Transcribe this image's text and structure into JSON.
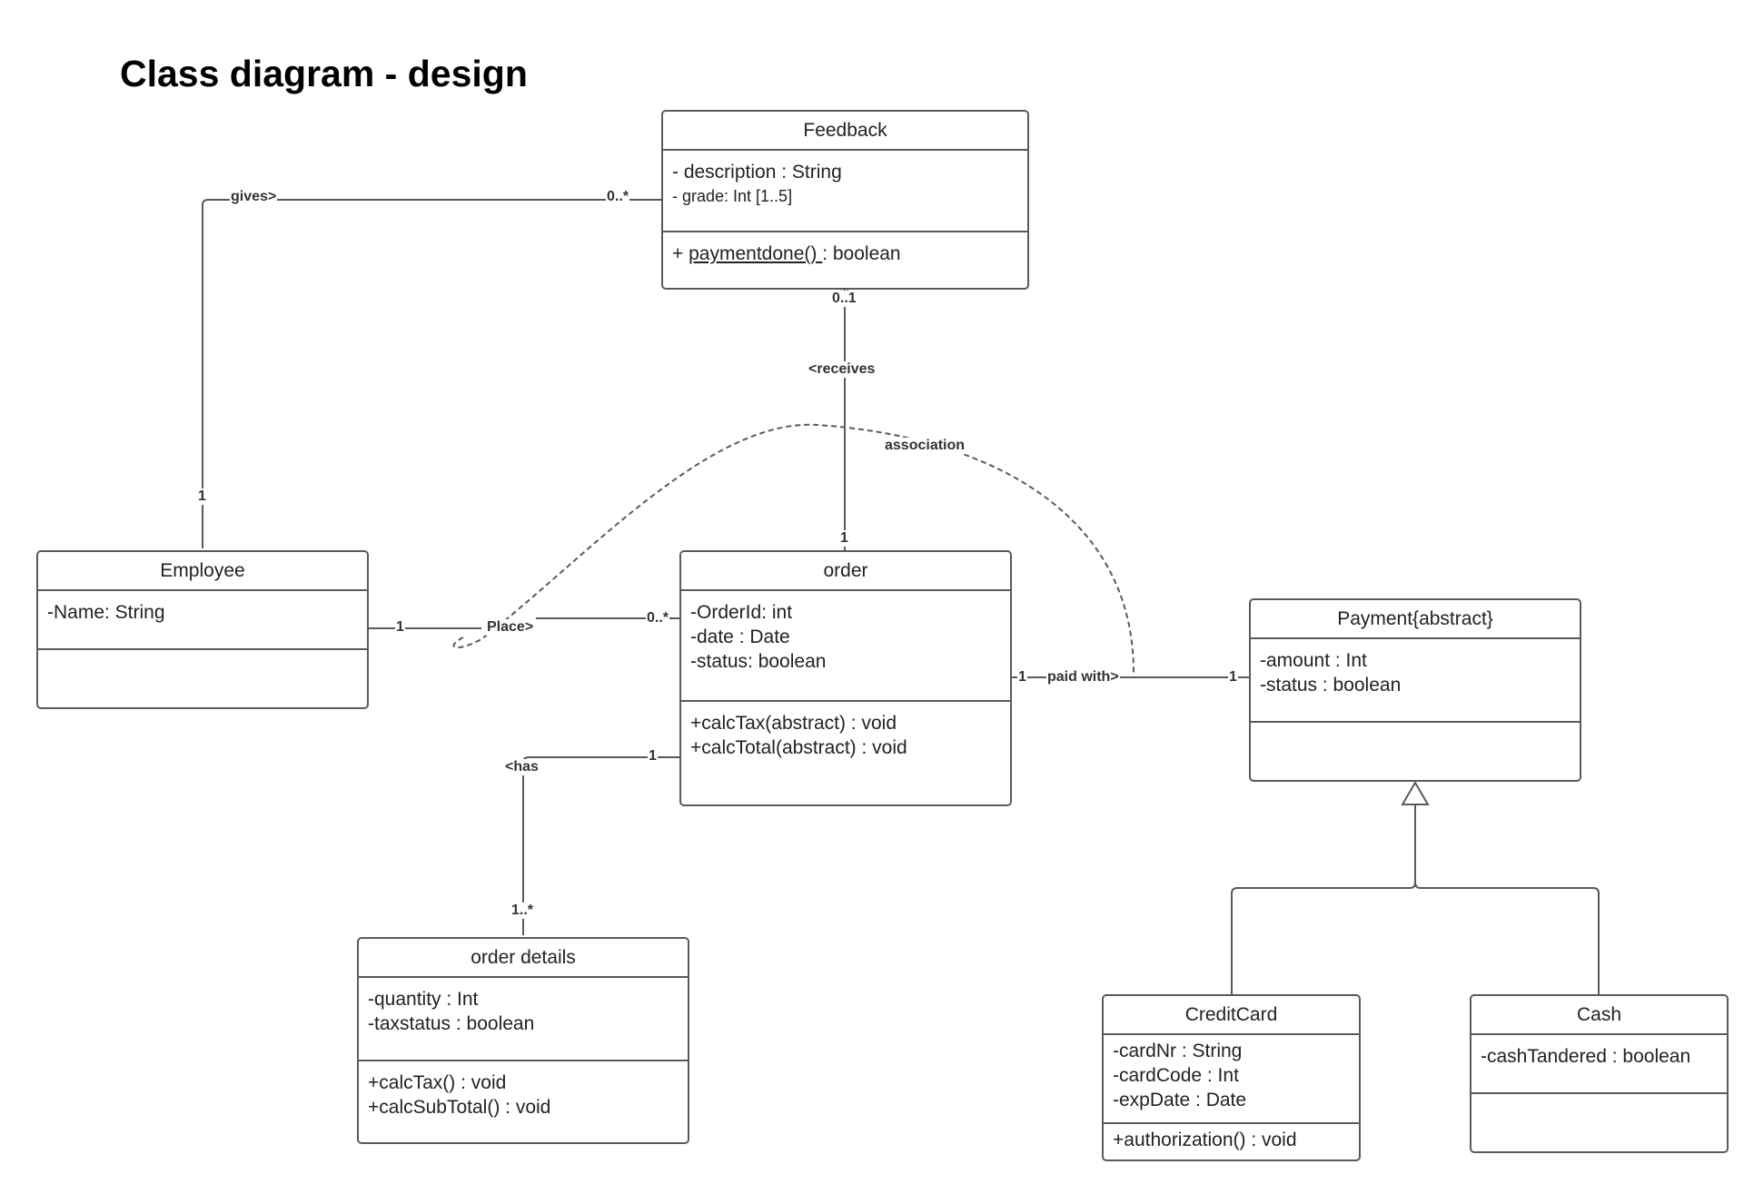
{
  "title": "Class diagram - design",
  "classes": {
    "feedback": {
      "name": "Feedback",
      "attributes": [
        "- description : String",
        "- grade: Int [1..5]"
      ],
      "operations": [
        {
          "prefix": "+ ",
          "name": "paymentdone() ",
          "suffix": ": boolean"
        }
      ]
    },
    "employee": {
      "name": "Employee",
      "attributes": [
        "-Name: String"
      ],
      "operations": []
    },
    "order": {
      "name": "order",
      "attributes": [
        "-OrderId: int",
        "-date : Date",
        "-status: boolean"
      ],
      "operations": [
        "+calcTax(abstract) : void",
        "+calcTotal(abstract) : void"
      ]
    },
    "payment": {
      "name": "Payment{abstract}",
      "attributes": [
        "-amount : Int",
        "-status : boolean"
      ],
      "operations": []
    },
    "order_details": {
      "name": "order details",
      "attributes": [
        "-quantity : Int",
        "-taxstatus : boolean"
      ],
      "operations": [
        "+calcTax() : void",
        "+calcSubTotal() : void"
      ]
    },
    "credit_card": {
      "name": "CreditCard",
      "attributes": [
        "-cardNr : String",
        "-cardCode : Int",
        "-expDate : Date"
      ],
      "operations": [
        "+authorization() : void"
      ]
    },
    "cash": {
      "name": "Cash",
      "attributes": [
        "-cashTandered : boolean"
      ],
      "operations": []
    }
  },
  "associations": {
    "gives": {
      "label": "gives>",
      "mult_start": "1",
      "mult_end": "0..*"
    },
    "receives": {
      "label": "<receives",
      "mult_start": "0..1",
      "mult_end": "1"
    },
    "place": {
      "label": "Place>",
      "mult_start": "1",
      "mult_end": "0..*"
    },
    "paid_with": {
      "label": "paid with>",
      "mult_start": "1",
      "mult_end": "1"
    },
    "has": {
      "label": "<has",
      "mult_start": "1",
      "mult_end": "1..*"
    },
    "association_note": {
      "label": "association"
    }
  },
  "colors": {
    "line": "#5a5a5a",
    "text": "#222222"
  }
}
